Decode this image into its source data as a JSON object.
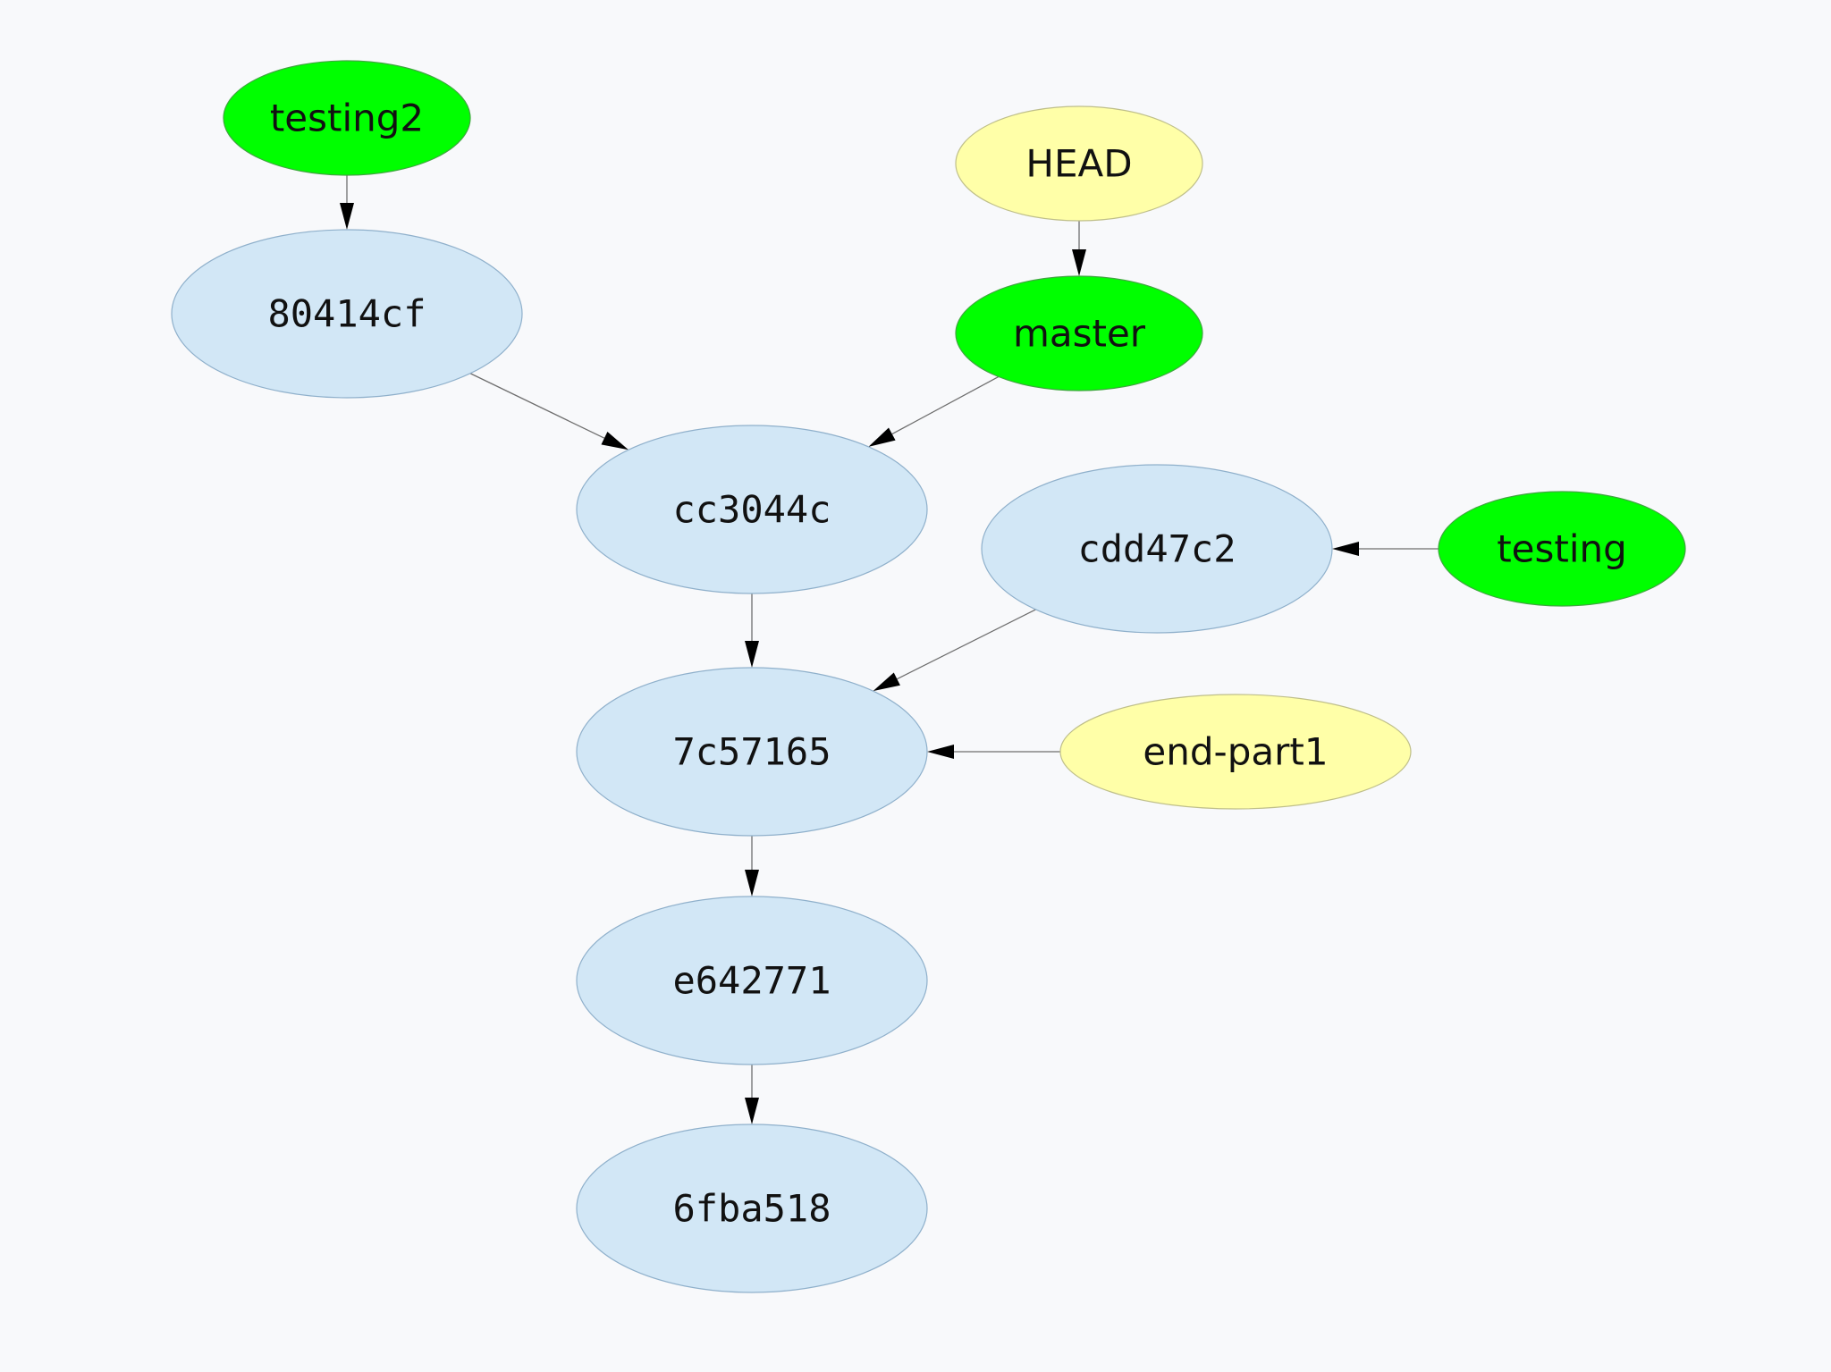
{
  "colors": {
    "commit_fill": "#d2e7f6",
    "commit_stroke": "#8fb0cb",
    "branch_fill": "#00ff00",
    "branch_stroke": "#3fa63f",
    "ref_fill": "#ffffa8",
    "ref_stroke": "#bfbf8a"
  },
  "nodes": {
    "testing2": {
      "label": "testing2",
      "kind": "branch"
    },
    "c80414cf": {
      "label": "80414cf",
      "kind": "commit"
    },
    "head": {
      "label": "HEAD",
      "kind": "ref"
    },
    "master": {
      "label": "master",
      "kind": "branch"
    },
    "cc3044c": {
      "label": "cc3044c",
      "kind": "commit"
    },
    "cdd47c2": {
      "label": "cdd47c2",
      "kind": "commit"
    },
    "testing": {
      "label": "testing",
      "kind": "branch"
    },
    "c7c57165": {
      "label": "7c57165",
      "kind": "commit"
    },
    "endpart1": {
      "label": "end-part1",
      "kind": "ref"
    },
    "e642771": {
      "label": "e642771",
      "kind": "commit"
    },
    "c6fba518": {
      "label": "6fba518",
      "kind": "commit"
    }
  },
  "edges": [
    {
      "from": "testing2",
      "to": "c80414cf"
    },
    {
      "from": "head",
      "to": "master"
    },
    {
      "from": "c80414cf",
      "to": "cc3044c"
    },
    {
      "from": "master",
      "to": "cc3044c"
    },
    {
      "from": "testing",
      "to": "cdd47c2"
    },
    {
      "from": "cc3044c",
      "to": "c7c57165"
    },
    {
      "from": "cdd47c2",
      "to": "c7c57165"
    },
    {
      "from": "endpart1",
      "to": "c7c57165"
    },
    {
      "from": "c7c57165",
      "to": "e642771"
    },
    {
      "from": "e642771",
      "to": "c6fba518"
    }
  ]
}
